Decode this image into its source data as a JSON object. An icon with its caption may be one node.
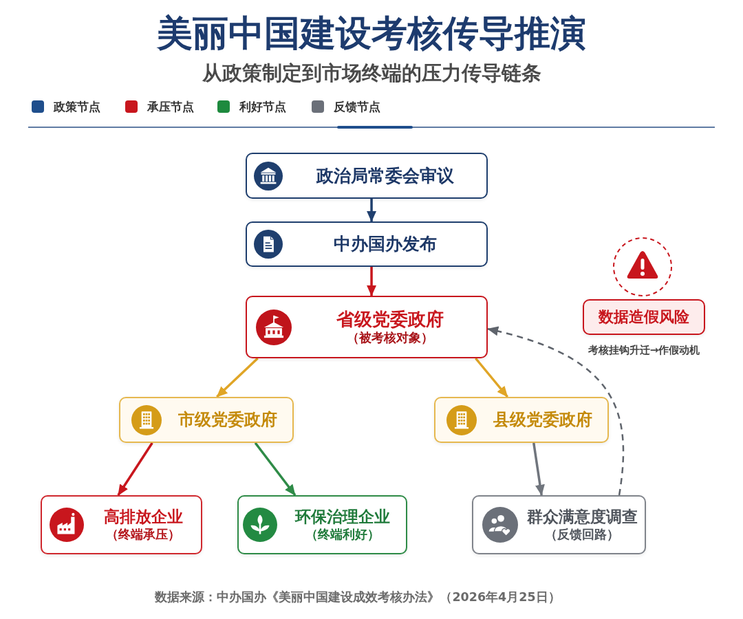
{
  "diagram": {
    "title": "美丽中国建设考核传导推演",
    "caption": "数据来源：中办国办《美丽中国建设成效考核办法》（2026年4月25日）",
    "nodes": [
      {
        "text": [
          "政治局常委会审议"
        ]
      },
      {
        "text": [
          "中办国办发布"
        ]
      },
      {
        "text": [
          "省级党委政府",
          "（被考核对象）"
        ]
      },
      {
        "text": [
          "市级党委政府"
        ]
      },
      {
        "text": [
          "县级党委政府"
        ]
      },
      {
        "text": [
          "高排放企业",
          "（终端承压）"
        ]
      },
      {
        "text": [
          "环保治理企业",
          "（终端利好）"
        ]
      },
      {
        "text": [
          "群众满意度调查",
          "（反馈回路）"
        ]
      },
      {
        "text": [
          "数据造假风险"
        ],
        "beside": [
          "考核挂钩升迁→作假动机"
        ]
      }
    ],
    "edges": [
      {
        "from": 0,
        "to": 1,
        "arrow": "to",
        "color": "#1f3f6e"
      },
      {
        "from": 1,
        "to": 2,
        "arrow": "to",
        "color": "#c8161d"
      },
      {
        "from": 2,
        "to": 3,
        "arrow": "to",
        "color": "#e0a526"
      },
      {
        "from": 2,
        "to": 4,
        "arrow": "to",
        "color": "#e0a526"
      },
      {
        "from": 3,
        "to": 5,
        "arrow": "to",
        "color": "#c8161d"
      },
      {
        "from": 3,
        "to": 6,
        "arrow": "to",
        "color": "#2e8b47"
      },
      {
        "from": 4,
        "to": 7,
        "arrow": "to",
        "color": "#70757d"
      },
      {
        "from": 7,
        "to": 2,
        "arrow": "to",
        "style": "dashed",
        "color": "#5f646c"
      }
    ],
    "labels": [
      "从政策制定到市场终端的压力传导链条"
    ],
    "legend": [
      {
        "text": "政策节点",
        "color": "#1f4e8c"
      },
      {
        "text": "承压节点",
        "color": "#c8161d"
      },
      {
        "text": "利好节点",
        "color": "#1e8a3e"
      },
      {
        "text": "反馈节点",
        "color": "#6b7079"
      }
    ]
  }
}
